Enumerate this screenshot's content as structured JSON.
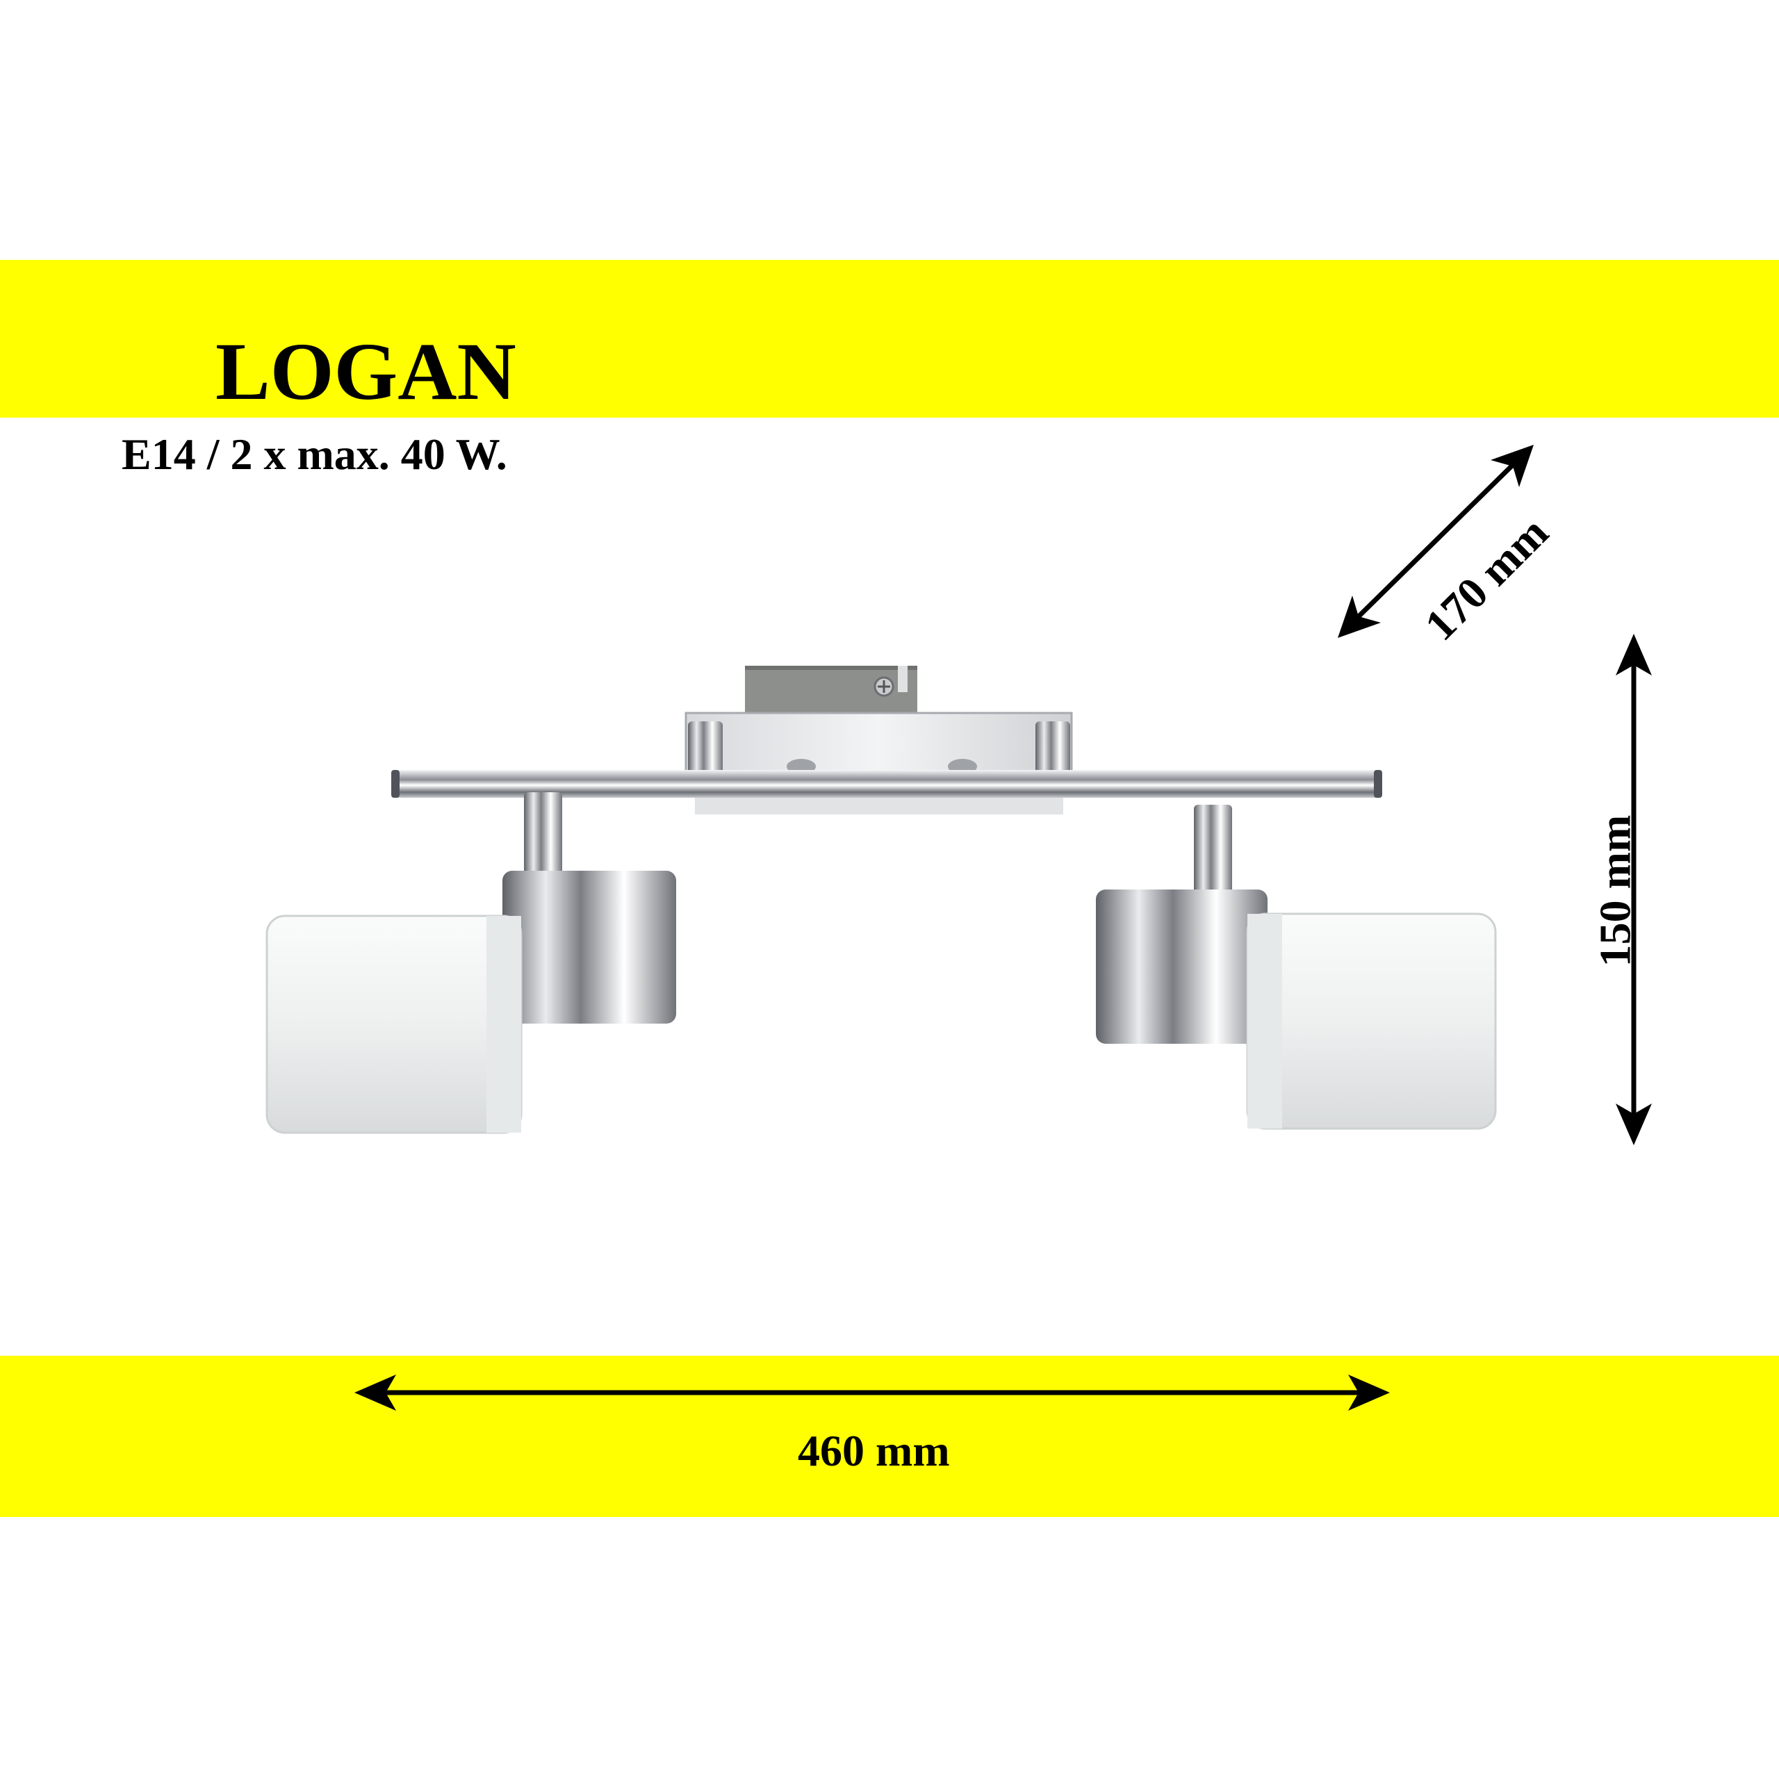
{
  "product": {
    "name": "LOGAN",
    "spec": "E14 / 2 x max. 40 W."
  },
  "dimensions": {
    "width": "460 mm",
    "depth": "170 mm",
    "height": "150 mm"
  },
  "colors": {
    "band_yellow": "#ffff00",
    "text": "#000000",
    "chrome": "#b9bcc2",
    "glass": "#f2f4f5",
    "base_gray": "#8d8f8c"
  }
}
